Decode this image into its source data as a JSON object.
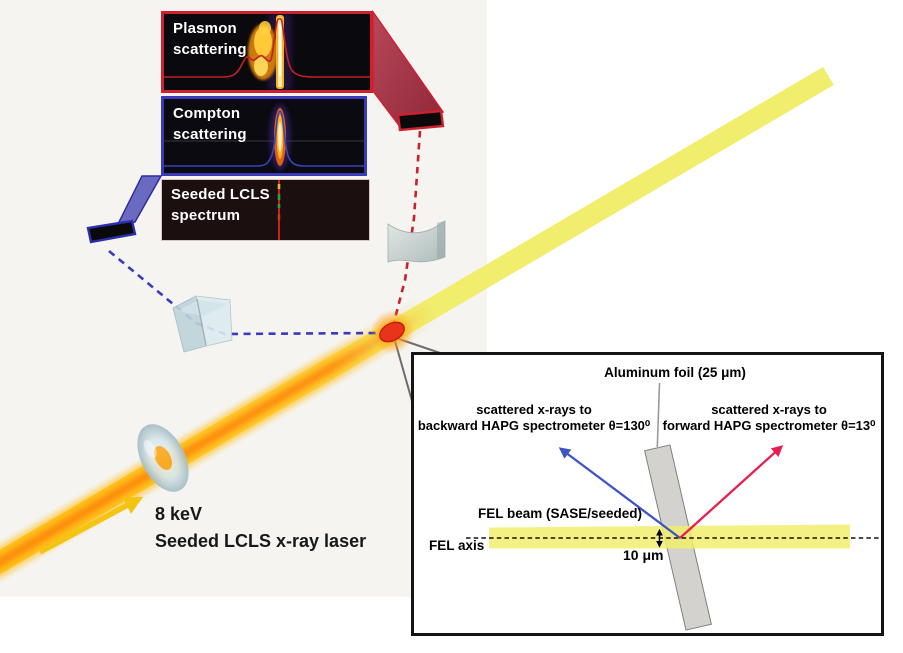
{
  "figure": {
    "panels": [
      {
        "label": "Plasmon\nscattering"
      },
      {
        "label": "Compton\nscattering"
      },
      {
        "label": "Seeded LCLS\nspectrum"
      }
    ],
    "source_label": "8 keV\nSeeded LCLS x-ray laser",
    "inset": {
      "title": "Aluminum foil (25 μm)",
      "backward_label": "scattered x-rays to\nbackward HAPG spectrometer θ=130⁰",
      "forward_label": "scattered x-rays to\nforward HAPG spectrometer θ=13⁰",
      "fel_beam_label": "FEL beam (SASE/seeded)",
      "fel_axis_label": "FEL axis",
      "offset_label": "10 μm"
    },
    "icons": {
      "beam": "xray-beam",
      "lens": "focusing-lens",
      "backward_crystal": "crystal-analyzer",
      "forward_crystal": "curved-crystal-analyzer",
      "backward_detector": "slit-detector",
      "forward_detector": "slit-detector",
      "interaction_point": "scattering-point"
    },
    "colors": {
      "beam_yellow": "#F1EE6E",
      "beam_glow_orange": "#FFA80F",
      "plasmon_red": "#CF2030",
      "compton_blue": "#3A3AB8",
      "inset_forward_arrow": "#EA1E4E",
      "inset_backward_arrow": "#3C55C5",
      "foil_gray": "#D4D2CE",
      "photo_background": "#F5F4F0"
    }
  }
}
